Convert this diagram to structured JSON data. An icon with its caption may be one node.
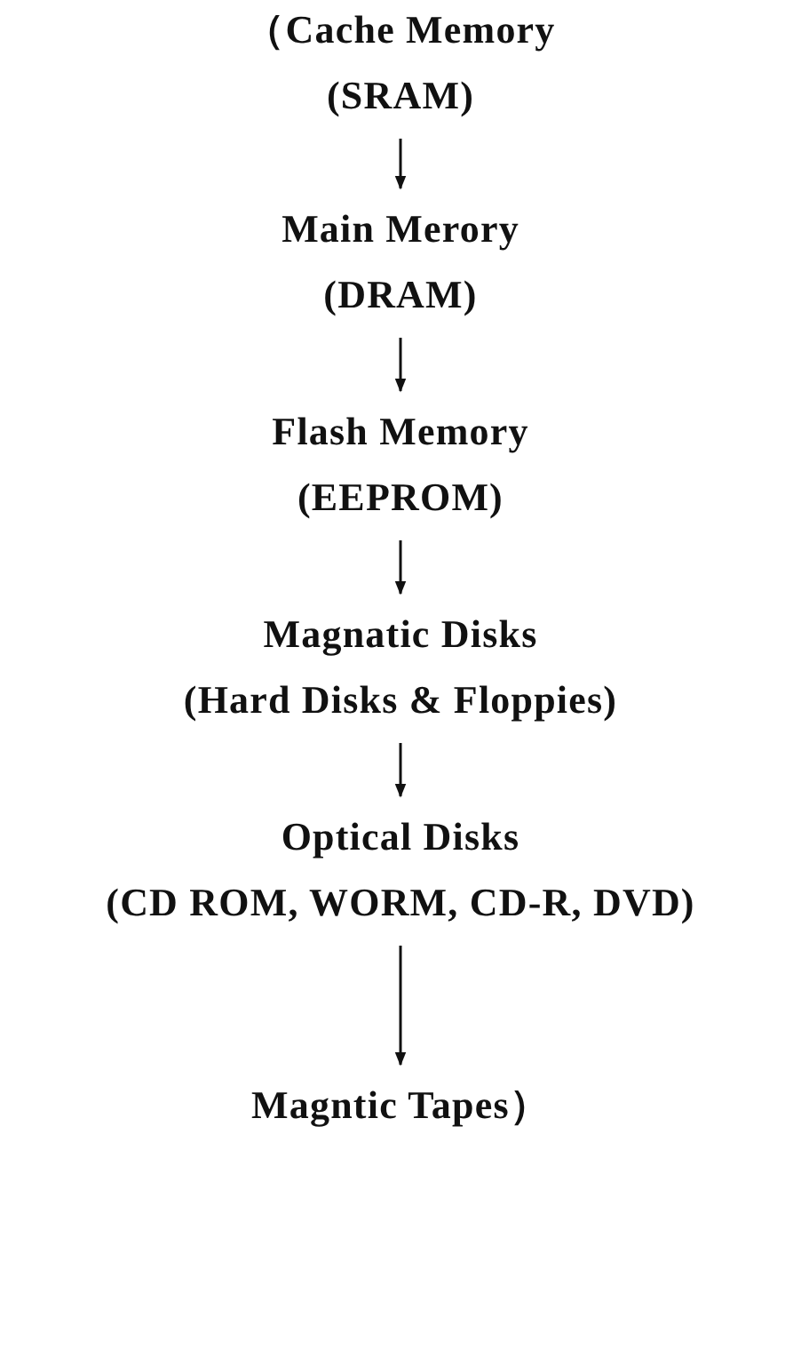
{
  "diagram": {
    "nodes": [
      {
        "text": [
          "（Cache Memory",
          "(SRAM)"
        ]
      },
      {
        "text": [
          "Main Merory",
          "(DRAM)"
        ]
      },
      {
        "text": [
          "Flash Memory",
          "(EEPROM)"
        ]
      },
      {
        "text": [
          "Magnatic Disks",
          "(Hard Disks & Floppies)"
        ]
      },
      {
        "text": [
          "Optical Disks",
          "(CD ROM, WORM, CD-R, DVD)"
        ]
      },
      {
        "text": [
          "Magntic Tapes）"
        ]
      }
    ],
    "edges": [
      {
        "from": 0,
        "to": 1,
        "arrow": "to"
      },
      {
        "from": 1,
        "to": 2,
        "arrow": "to"
      },
      {
        "from": 2,
        "to": 3,
        "arrow": "to"
      },
      {
        "from": 3,
        "to": 4,
        "arrow": "to"
      },
      {
        "from": 4,
        "to": 5,
        "arrow": "to"
      }
    ]
  }
}
